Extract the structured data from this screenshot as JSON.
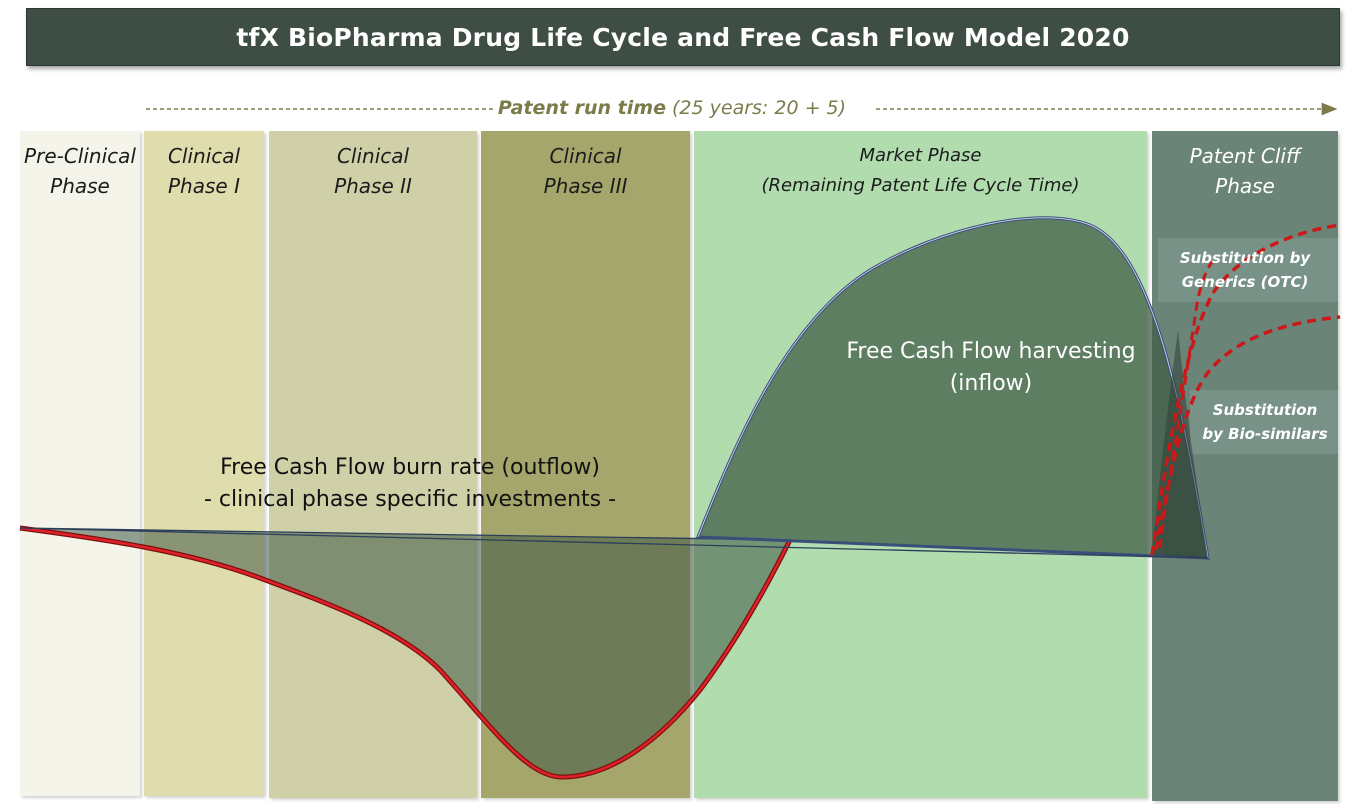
{
  "title": "tfX BioPharma Drug Life Cycle and Free Cash Flow Model 2020",
  "patent_run": {
    "lead": "Patent run time",
    "detail": "(25 years: 20 + 5)"
  },
  "phases": [
    {
      "label": "Pre-Clinical\nPhase",
      "color": "#f4f4ea",
      "text_color": "#1c1c1c"
    },
    {
      "label": "Clinical\nPhase I",
      "color": "#dfdcae",
      "text_color": "#1c1c1c"
    },
    {
      "label": "Clinical\nPhase II",
      "color": "#cfcfa8",
      "text_color": "#1c1c1c"
    },
    {
      "label": "Clinical\nPhase III",
      "color": "#a5a66c",
      "text_color": "#1c1c1c"
    },
    {
      "label": "Market Phase\n(Remaining Patent Life Cycle Time)",
      "color": "#b0dcae",
      "text_color": "#1c1c1c"
    },
    {
      "label": "Patent Cliff\nPhase",
      "color": "#6b8478",
      "text_color": "#ffffff"
    }
  ],
  "outflow_label": {
    "line1": "Free Cash Flow burn rate (outflow)",
    "line2": "- clinical phase specific investments -"
  },
  "inflow_label": {
    "line1": "Free Cash Flow harvesting",
    "line2": "(inflow)"
  },
  "substitutions": {
    "generics": {
      "line1": "Substitution by",
      "line2": "Generics (OTC)"
    },
    "biosimilars": {
      "line1": "Substitution",
      "line2": "by Bio-similars"
    }
  },
  "colors": {
    "title_bg": "#3f4e44",
    "outflow_stroke": "#c0181c",
    "area_fill": "#3f5a45",
    "inflow_outline": "#3a4e7a",
    "dashed_red": "#cc1818",
    "arrow": "#7b7c4a"
  }
}
